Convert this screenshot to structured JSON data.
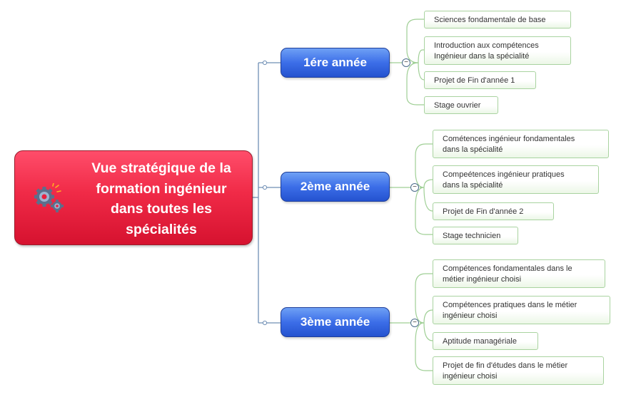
{
  "root": {
    "title": "Vue stratégique de la\nformation ingénieur\ndans toutes les\nspécialités",
    "icon": "gears-icon",
    "color": "#e8203e"
  },
  "branches": [
    {
      "label": "1ére année",
      "leaves": [
        "Sciences fondamentale  de base",
        "Introduction aux compétences\nIngénieur dans la spécialité",
        "Projet de Fin d'année 1",
        "Stage ouvrier"
      ]
    },
    {
      "label": "2ème année",
      "leaves": [
        "Cométences ingénieur fondamentales\ndans la spécialité",
        "Compeétences ingénieur  pratiques\ndans la spécialité",
        "Projet de Fin d'année 2",
        "Stage technicien"
      ]
    },
    {
      "label": "3ème année",
      "leaves": [
        "Compétences fondamentales dans le\nmétier ingénieur choisi",
        "Compétences pratiques dans le métier\ningénieur choisi",
        "Aptitude managériale",
        "Projet de fin d'études dans le métier\ningénieur choisi"
      ]
    }
  ],
  "colors": {
    "branch": "#3c6ee8",
    "leaf_border": "#a9d3a0",
    "connector_root": "#6f8fb5",
    "connector_leaf": "#9fcf95"
  }
}
